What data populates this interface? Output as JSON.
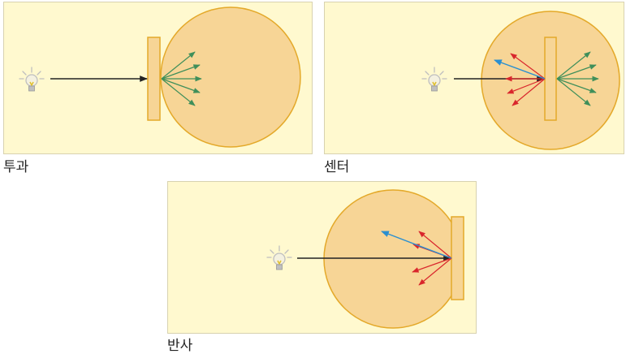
{
  "colors": {
    "panel_background": "#fff9cf",
    "panel_border": "#d8d2b0",
    "sphere_fill": "#f7d596",
    "sphere_stroke": "#e4a92a",
    "plate_fill": "#f7d596",
    "plate_stroke": "#e4a92a",
    "incident_ray": "#222222",
    "transmitted_ray": "#3f8f5a",
    "reflected_ray": "#d9262c",
    "specular_ray": "#2a8fd0",
    "bulb": "#bfbfbf",
    "bulb_glass": "#f4f1e0",
    "bulb_filament": "#e0c030"
  },
  "icons": {
    "light_source": "light-bulb-icon"
  },
  "panels": [
    {
      "id": "transmission",
      "caption": "투과"
    },
    {
      "id": "center",
      "caption": "센터"
    },
    {
      "id": "reflection",
      "caption": "반사"
    }
  ]
}
